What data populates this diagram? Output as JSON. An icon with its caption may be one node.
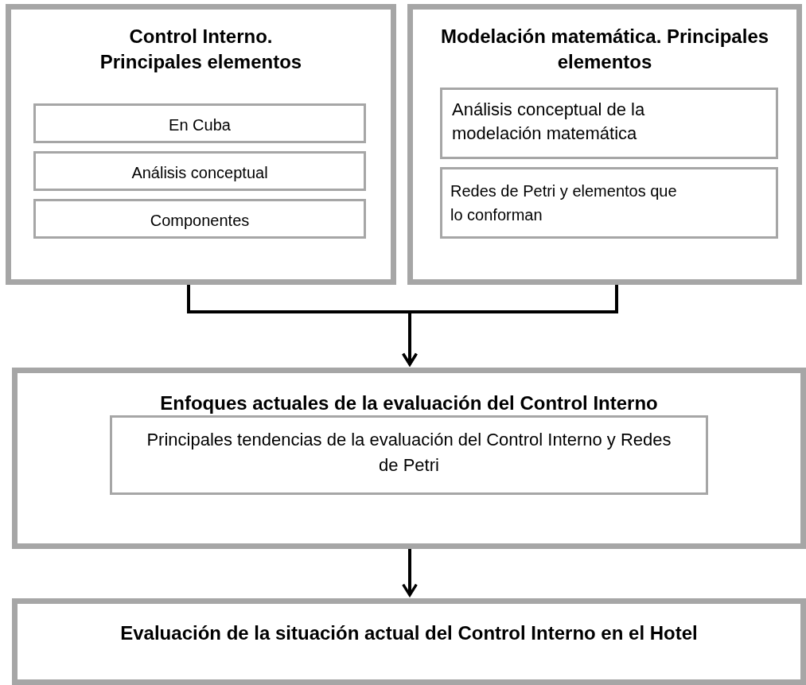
{
  "diagram": {
    "nodes": [
      {
        "text": [
          "Control Interno. Principales elementos"
        ]
      },
      {
        "text": [
          "En Cuba"
        ],
        "in": 0
      },
      {
        "text": [
          "Análisis conceptual"
        ],
        "in": 0
      },
      {
        "text": [
          "Componentes"
        ],
        "in": 0
      },
      {
        "text": [
          "Modelación matemática. Principales elementos"
        ]
      },
      {
        "text": [
          "Análisis conceptual  de la modelación matemática"
        ],
        "in": 4
      },
      {
        "text": [
          "Redes de Petri y elementos que lo conforman"
        ],
        "in": 4
      },
      {
        "text": [
          "Enfoques actuales de la evaluación del Control Interno"
        ]
      },
      {
        "text": [
          "Principales tendencias de la evaluación del Control Interno y Redes de Petri"
        ],
        "in": 7
      },
      {
        "text": [
          "Evaluación de la situación actual del Control Interno en el Hotel"
        ]
      }
    ],
    "edges": [
      {
        "from": 0,
        "to": 7,
        "arrow": "to"
      },
      {
        "from": 4,
        "to": 7,
        "arrow": "to"
      },
      {
        "from": 7,
        "to": 9,
        "arrow": "to"
      }
    ]
  }
}
